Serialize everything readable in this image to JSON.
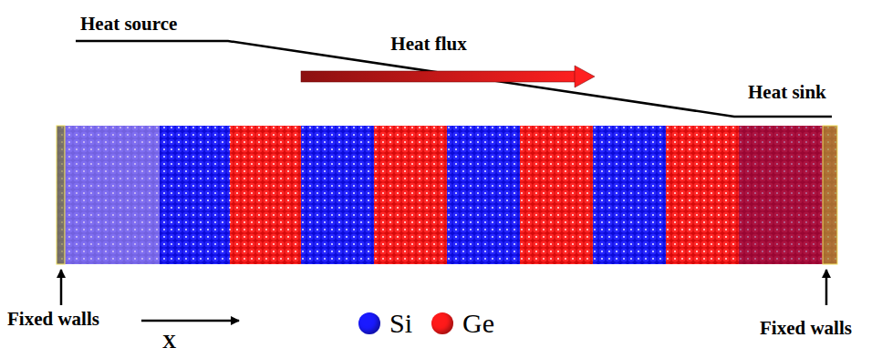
{
  "diagram": {
    "labels": [
      "Heat source",
      "Heat flux",
      "Heat sink",
      "Fixed walls",
      "Fixed walls",
      "X"
    ],
    "legend": [
      {
        "text": "Si",
        "color": "#1a1aff"
      },
      {
        "text": "Ge",
        "color": "#ff1a1a"
      }
    ]
  }
}
